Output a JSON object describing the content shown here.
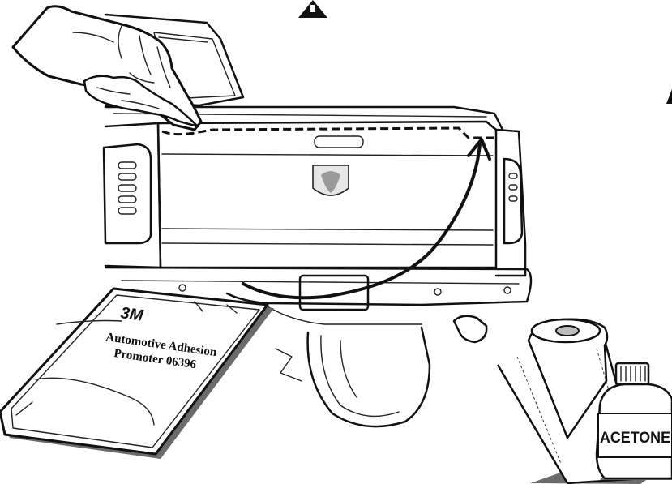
{
  "packet": {
    "brand": "3M",
    "line1": "Automotive Adhesion",
    "line2": "Promoter 06396"
  },
  "bottle": {
    "label": "ACETONE"
  },
  "colors": {
    "ink": "#111111",
    "window_glass": "#bdbdbd",
    "shadow": "#6b6b6b",
    "paper": "#ffffff"
  },
  "icons": [
    "glove-hand-icon",
    "cloth-rag-icon",
    "ram-logo-icon",
    "curved-arrow-icon",
    "warning-icon"
  ]
}
